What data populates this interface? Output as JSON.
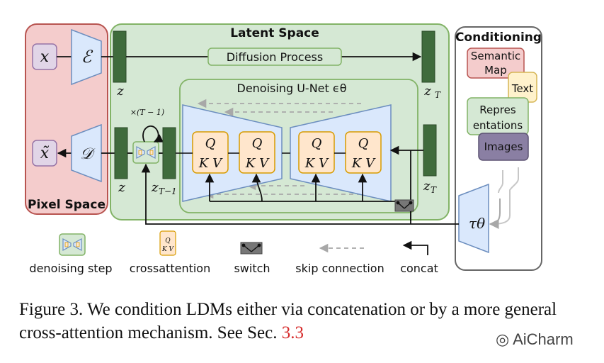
{
  "panels": {
    "latent_title": "Latent Space",
    "pixel_title": "Pixel Space",
    "conditioning_title": "Conditioning",
    "unet_title": "Denoising U-Net ϵθ"
  },
  "blocks": {
    "diffusion_process": "Diffusion Process",
    "semantic_map": [
      "Semantic",
      "Map"
    ],
    "text": "Text",
    "representations": [
      "Repres",
      "entations"
    ],
    "images": "Images"
  },
  "math_labels": {
    "x": "x",
    "x_tilde": "x̃",
    "encoder": "ℰ",
    "decoder": "𝒟",
    "z": "z",
    "z_T": "zT",
    "z_T_minus_1": "zT−1",
    "repeat": "×(T − 1)",
    "tau": "τθ",
    "q": "Q",
    "kv": "K V"
  },
  "legend": {
    "denoising_step": "denoising step",
    "crossattention": "crossattention",
    "switch": "switch",
    "skip_connection": "skip connection",
    "concat": "concat"
  },
  "caption": {
    "prefix": "Figure 3.   We condition LDMs either via concatenation or by a more general cross-attention mechanism. See Sec. ",
    "ref": "3.3"
  },
  "watermark": "AiCharm",
  "colors": {
    "pixel_space": "#f4cccc",
    "pixel_border": "#b85450",
    "latent_space": "#d5e8d4",
    "latent_border": "#82b366",
    "conditioning_border": "#666666",
    "latent_bar": "#3f6b3c",
    "unet_trap": "#dae8fc",
    "unet_border": "#6c8ebf",
    "attention_fill": "#ffe6cc",
    "attention_border": "#d79b00",
    "input_box": "#e1d5e7",
    "input_border": "#9673a6",
    "text_box": "#fff2cc",
    "text_border": "#d6b656",
    "images_box": "#8a7fa3",
    "skip_arrow": "#a8a8a8",
    "caption_ref": "#d62a2a"
  }
}
